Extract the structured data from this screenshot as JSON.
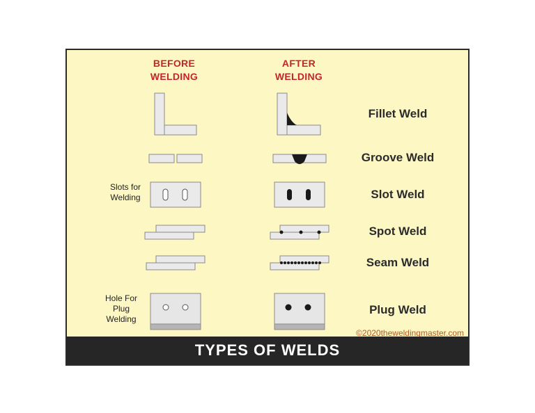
{
  "headers": {
    "before": "BEFORE\nWELDING",
    "after": "AFTER\nWELDING"
  },
  "welds": [
    {
      "name": "Fillet Weld"
    },
    {
      "name": "Groove Weld"
    },
    {
      "name": "Slot Weld",
      "before_label": "Slots for\nWelding"
    },
    {
      "name": "Spot Weld"
    },
    {
      "name": "Seam Weld"
    },
    {
      "name": "Plug Weld",
      "before_label": "Hole For\nPlug\nWelding"
    }
  ],
  "copyright": "©2020theweldingmaster.com",
  "footer_title": "TYPES OF WELDS",
  "colors": {
    "background": "#fdf7c4",
    "header_red": "#c4252a",
    "plate_fill": "#eaeaea",
    "plate_stroke": "#8a8a8a",
    "weld_black": "#1a1a1a",
    "footer_bg": "#262626"
  }
}
